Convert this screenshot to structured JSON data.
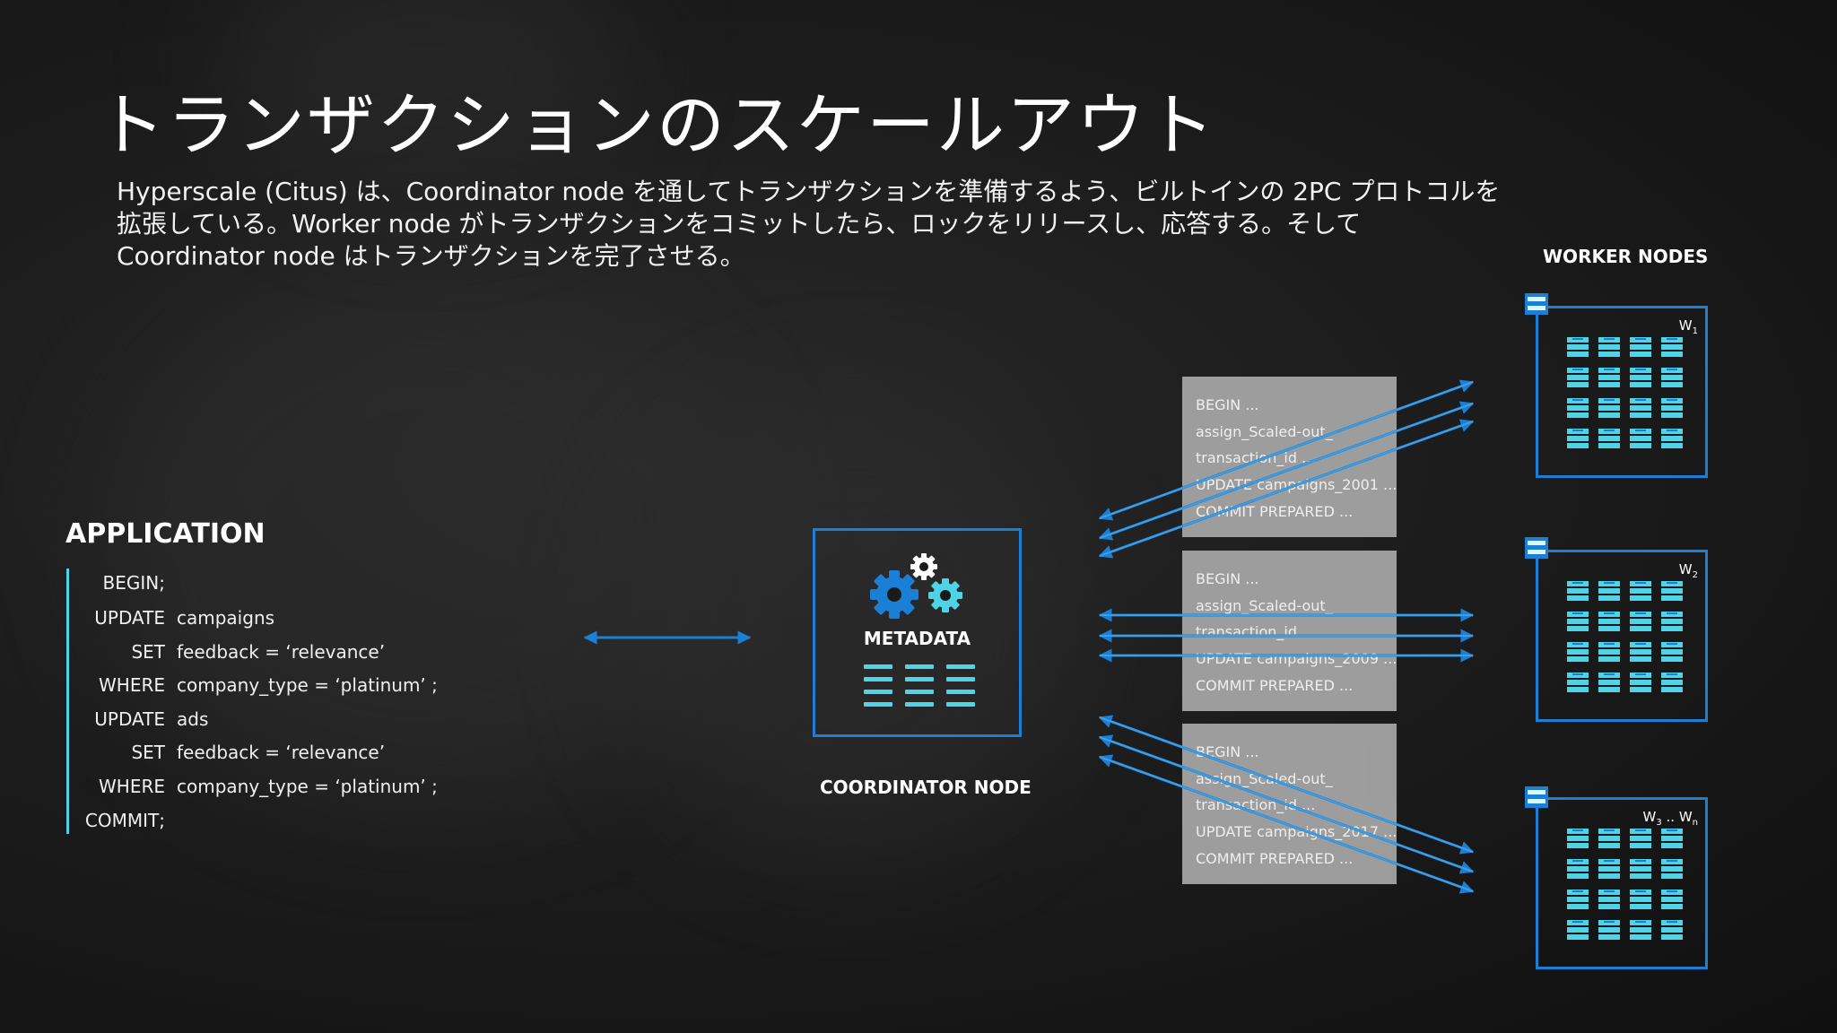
{
  "title": "トランザクションのスケールアウト",
  "description": [
    "Hyperscale (Citus) は、Coordinator node を通してトランザクションを準備するよう、ビルトインの 2PC プロトコルを",
    "拡張している。Worker node がトランザクションをコミットしたら、ロックをリリースし、応答する。そして",
    "Coordinator node はトランザクションを完了させる。"
  ],
  "application": {
    "heading": "APPLICATION",
    "lines": [
      {
        "keyword": "BEGIN;",
        "value": ""
      },
      {
        "keyword": "UPDATE",
        "value": "campaigns"
      },
      {
        "keyword": "SET",
        "value": "feedback = ‘relevance’"
      },
      {
        "keyword": "WHERE",
        "value": "company_type = ‘platinum’ ;"
      },
      {
        "keyword": "UPDATE",
        "value": "ads"
      },
      {
        "keyword": "SET",
        "value": "feedback = ‘relevance’"
      },
      {
        "keyword": "WHERE",
        "value": "company_type = ‘platinum’ ;"
      },
      {
        "keyword": "COMMIT;",
        "value": ""
      }
    ]
  },
  "coordinator": {
    "metadata_label": "METADATA",
    "node_label": "COORDINATOR NODE"
  },
  "transactions": [
    {
      "lines": [
        "BEGIN ...",
        "assign_Scaled-out_",
        "transaction_id ...",
        "UPDATE campaigns_2001 ...",
        "COMMIT PREPARED ..."
      ]
    },
    {
      "lines": [
        "BEGIN ...",
        "assign_Scaled-out_",
        "transaction_id ...",
        "UPDATE campaigns_2009 ...",
        "COMMIT PREPARED ..."
      ]
    },
    {
      "lines": [
        "BEGIN ...",
        "assign_Scaled-out_",
        "transaction_id ...",
        "UPDATE campaigns_2017 ...",
        "COMMIT PREPARED ..."
      ]
    }
  ],
  "workers": {
    "heading": "WORKER NODES",
    "nodes": [
      {
        "label_main": "W",
        "label_sub": "1"
      },
      {
        "label_main": "W",
        "label_sub": "2"
      },
      {
        "label_main": "W",
        "label_sub": "3",
        "label_range": " .. W",
        "label_range_sub": "n"
      }
    ]
  },
  "colors": {
    "accent_blue": "#1b7fd6",
    "accent_cyan": "#4fd3e6",
    "arrow_blue": "#1b7fd6",
    "txn_box_gray": "#a7a7a7"
  }
}
